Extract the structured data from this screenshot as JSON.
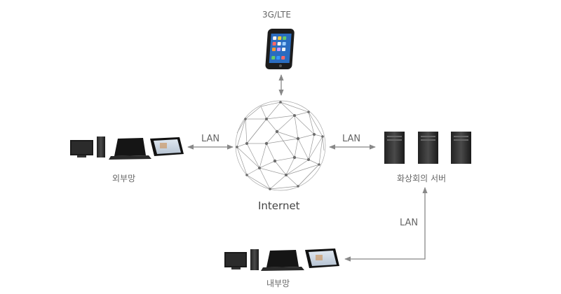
{
  "mobile": {
    "label": "3G/LTE"
  },
  "internet": {
    "label": "Internet"
  },
  "external_network": {
    "label": "외부망"
  },
  "video_server": {
    "label": "화상회의 서버"
  },
  "internal_network": {
    "label": "내부망"
  },
  "links": {
    "left_lan": "LAN",
    "right_lan": "LAN",
    "bottom_lan": "LAN"
  }
}
